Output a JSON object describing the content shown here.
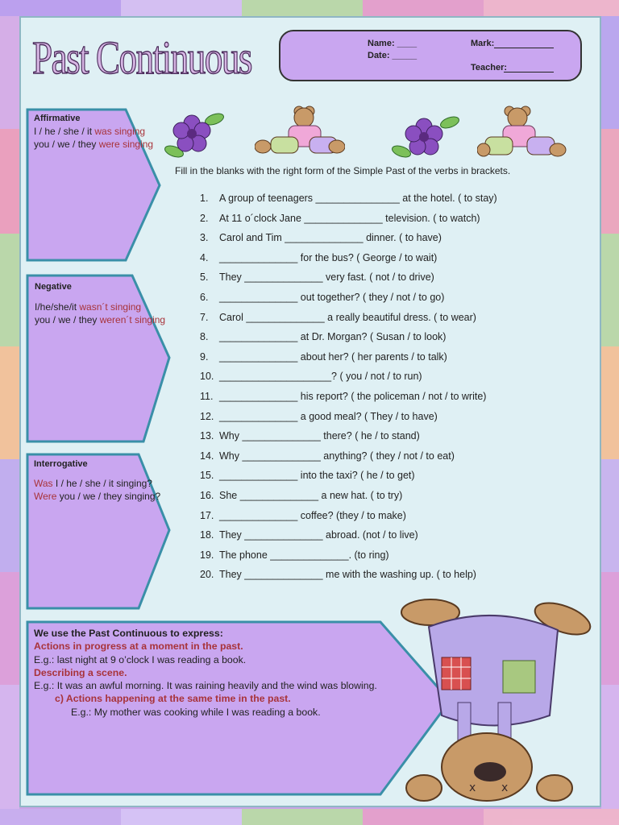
{
  "title": "Past Continuous",
  "header": {
    "name_label": "Name: ____",
    "date_label": "Date: _____",
    "mark_label": "Mark:",
    "teacher_label": "Teacher:"
  },
  "affirmative": {
    "heading": "Affirmative",
    "line1_pre": "I / he / she / it ",
    "line1_hl": "was singing",
    "line2_pre": "you / we / they ",
    "line2_hl": "were singing"
  },
  "negative": {
    "heading": "Negative",
    "line1_pre": "I/he/she/it ",
    "line1_hl": "wasn´t singing",
    "line2_pre": "you / we / they ",
    "line2_hl": "weren´t singing"
  },
  "interrogative": {
    "heading": "Interrogative",
    "line1_hl": "Was",
    "line1_rest": " I / he / she / it singing?",
    "line2_hl": "Were",
    "line2_rest": " you / we / they singing?"
  },
  "instructions": "Fill in the blanks with the right form of the Simple Past of the verbs in brackets.",
  "exercises": [
    {
      "n": "1.",
      "text": "A group of teenagers _______________ at the hotel. ( to stay)"
    },
    {
      "n": "2.",
      "text": "At 11 o´clock Jane ______________ television. ( to watch)"
    },
    {
      "n": "3.",
      "text": "Carol and Tim ______________ dinner. ( to have)"
    },
    {
      "n": "4.",
      "text": "______________ for the bus? ( George / to wait)"
    },
    {
      "n": "5.",
      "text": "They ______________ very fast. ( not / to drive)"
    },
    {
      "n": "6.",
      "text": "______________ out together? ( they / not / to go)"
    },
    {
      "n": "7.",
      "text": "Carol ______________ a really beautiful dress. ( to wear)"
    },
    {
      "n": "8.",
      "text": "______________ at Dr. Morgan? ( Susan / to look)"
    },
    {
      "n": "9.",
      "text": "______________ about her? ( her parents / to talk)"
    },
    {
      "n": "10.",
      "text": "____________________? ( you / not / to run)"
    },
    {
      "n": "11.",
      "text": "______________ his report? ( the policeman / not / to write)"
    },
    {
      "n": "12.",
      "text": "______________ a good meal? ( They / to have)"
    },
    {
      "n": "13.",
      "text": "Why ______________ there? ( he / to stand)"
    },
    {
      "n": "14.",
      "text": "Why ______________ anything? ( they / not / to eat)"
    },
    {
      "n": "15.",
      "text": "______________ into the taxi? ( he / to get)"
    },
    {
      "n": "16.",
      "text": "She ______________ a new hat. ( to try)"
    },
    {
      "n": "17.",
      "text": "______________ coffee? (they / to make)"
    },
    {
      "n": "18.",
      "text": "They ______________ abroad. (not / to live)"
    },
    {
      "n": "19.",
      "text": "The phone ______________. (to ring)"
    },
    {
      "n": "20.",
      "text": "They ______________ me with the washing up. ( to help)"
    }
  ],
  "usage": {
    "heading": "We use the Past Continuous to express:",
    "a_title": "Actions in progress at a moment in the past.",
    "a_example": "E.g.: last night at 9 o’clock I was reading a book.",
    "b_title": "Describing a scene.",
    "b_example": "E.g.: It was an awful morning. It was raining heavily and the wind was blowing.",
    "c_title": "c)  Actions happening at the same time in the past.",
    "c_example": "E.g.: My mother was cooking while I was reading a book."
  },
  "colors": {
    "highlight": "#a8333a",
    "box_fill": "#c9a6f0",
    "box_stroke": "#3a8fa8",
    "sheet": "#dff0f4"
  }
}
